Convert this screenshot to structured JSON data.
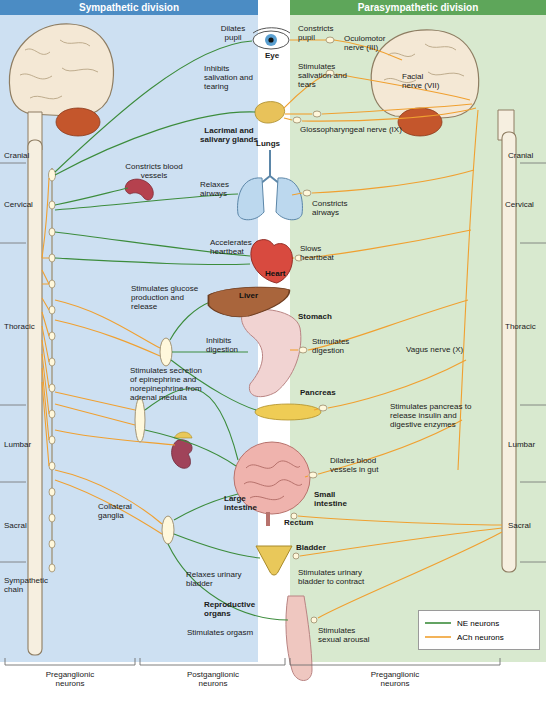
{
  "diagram": {
    "nodes": [
      {
        "text": [
          "Sympathetic division"
        ]
      },
      {
        "text": [
          "Parasympathetic division"
        ]
      },
      {
        "text": [
          "Heart"
        ]
      },
      {
        "text": [
          "Liver"
        ]
      }
    ],
    "labels": [
      "Dilates pupil",
      "Constricts pupil",
      "Oculomotor nerve (III)",
      "Eye",
      "Inhibits salivation and tearing",
      "Stimulates salivation and tears",
      "Facial nerve (VII)",
      "Glossopharyngeal nerve (IX)",
      "Lacrimal and salivary glands",
      "Lungs",
      "Cranial",
      "Cranial",
      "Constricts blood vessels",
      "Relaxes airways",
      "Constricts airways",
      "Cervical",
      "Cervical",
      "Accelerates heartbeat",
      "Slows heartbeat",
      "Stimulates glucose production and release",
      "Stomach",
      "Thoracic",
      "Thoracic",
      "Inhibits digestion",
      "Stimulates digestion",
      "Vagus nerve (X)",
      "Stimulates secretion of epinephrine and norepinephrine from adrenal medulla",
      "Pancreas",
      "Stimulates pancreas to release insulin and digestive enzymes",
      "Lumbar",
      "Lumbar",
      "Dilates blood vessels in gut",
      "Small intestine",
      "Large intestine",
      "Sacral",
      "Collateral ganglia",
      "Rectum",
      "Sacral",
      "Sympathetic chain",
      "Relaxes urinary bladder",
      "Bladder",
      "Stimulates urinary bladder to contract",
      "Reproductive organs",
      "Stimulates orgasm",
      "Stimulates sexual arousal",
      "Preganglionic neurons",
      "Postganglionic neurons",
      "Preganglionic neurons"
    ],
    "legend": [
      {
        "text": "NE neurons"
      },
      {
        "text": "ACh neurons"
      }
    ]
  }
}
